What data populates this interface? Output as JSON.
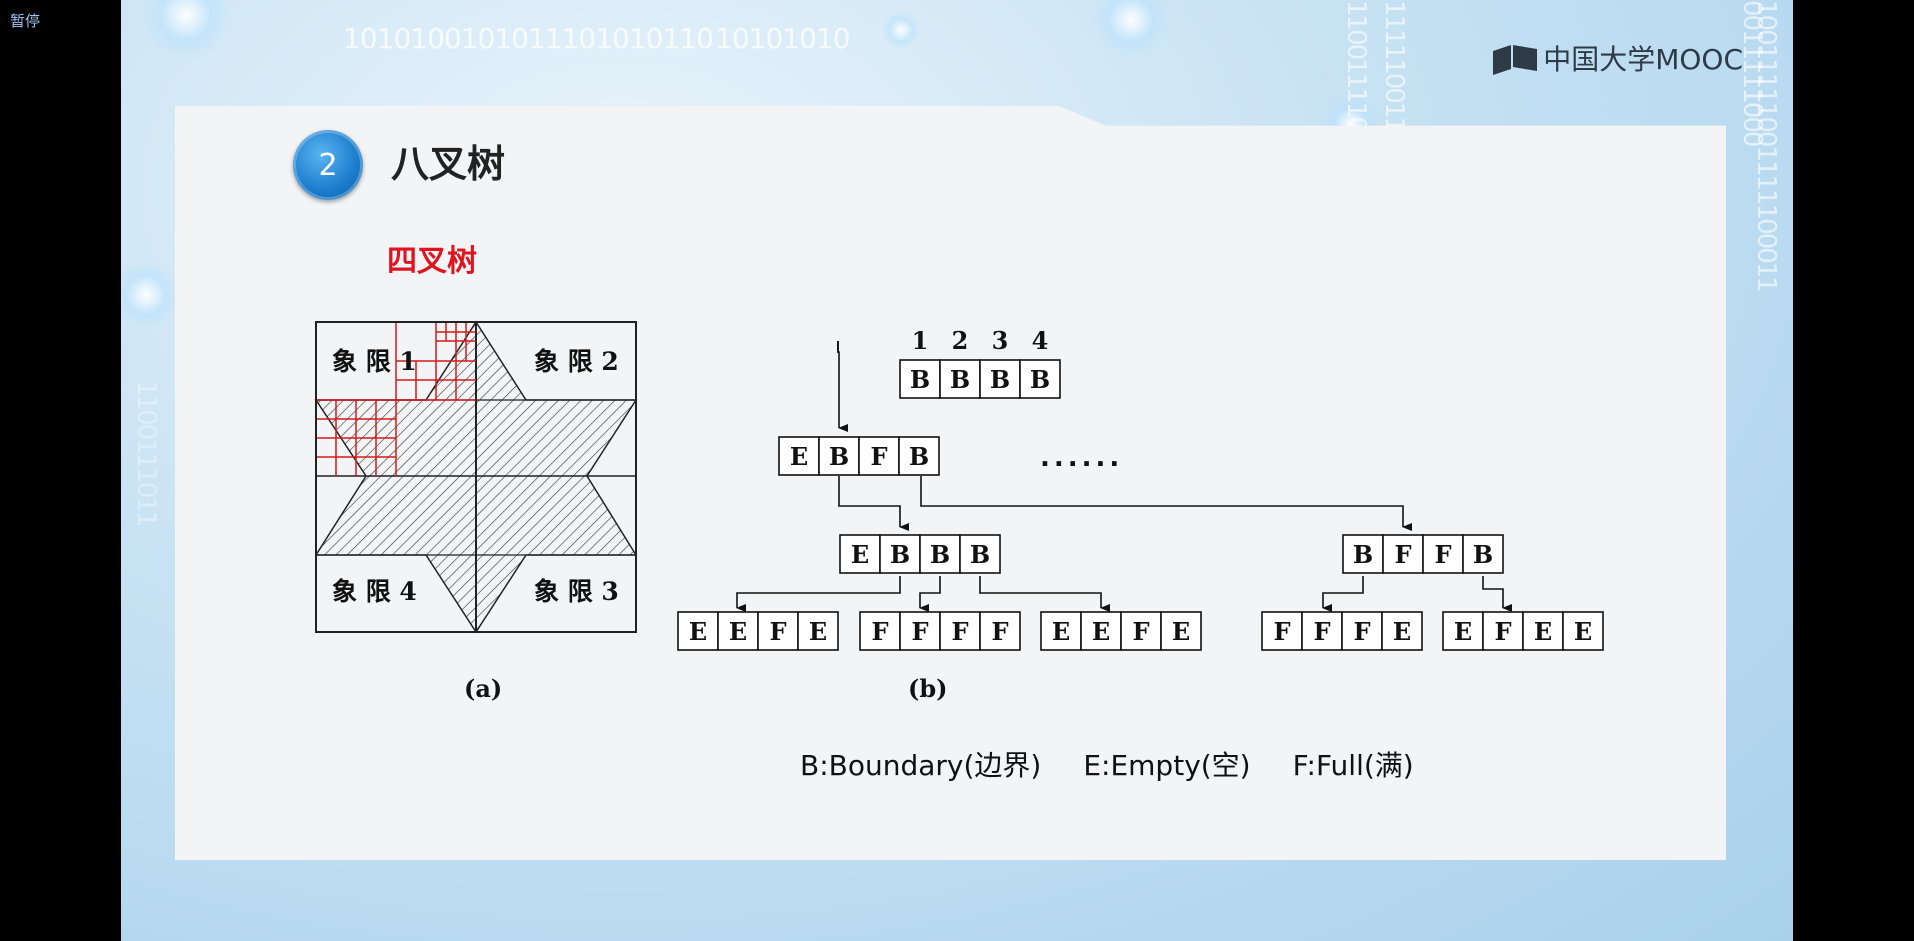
{
  "player": {
    "pause_label": "暂停"
  },
  "logo": {
    "text": "中国大学MOOC"
  },
  "background_text": {
    "row1": "1010100101011101010110",
    "row2": "10101010",
    "col1": "1100111101",
    "col2": "1111100111",
    "col3": "0011111000",
    "col4": "10011111001111100011",
    "col5": "1100111011"
  },
  "slide": {
    "section_number": "2",
    "title": "八叉树",
    "subtitle": "四叉树"
  },
  "figure_a": {
    "quadrant_labels": [
      "象 限 1",
      "象 限 2",
      "象 限 4",
      "象 限 3"
    ],
    "caption": "(a)"
  },
  "figure_b": {
    "index_labels": [
      "1",
      "2",
      "3",
      "4"
    ],
    "root": [
      "B",
      "B",
      "B",
      "B"
    ],
    "level1": [
      "E",
      "B",
      "F",
      "B"
    ],
    "ellipsis": "......",
    "level2_left": [
      "E",
      "B",
      "B",
      "B"
    ],
    "level2_right": [
      "B",
      "F",
      "F",
      "B"
    ],
    "level3": [
      [
        "E",
        "E",
        "F",
        "E"
      ],
      [
        "F",
        "F",
        "F",
        "F"
      ],
      [
        "E",
        "E",
        "F",
        "E"
      ],
      [
        "F",
        "F",
        "F",
        "E"
      ],
      [
        "E",
        "F",
        "E",
        "E"
      ]
    ],
    "caption": "(b)"
  },
  "legend": {
    "boundary": "B:Boundary(边界)",
    "empty": "E:Empty(空)",
    "full": "F:Full(满)"
  },
  "colors": {
    "title_red": "#e0141e",
    "circle_blue": "#1a7bcc",
    "grid_red": "#d61a1a",
    "slide_bg": "#f3f4f5"
  }
}
